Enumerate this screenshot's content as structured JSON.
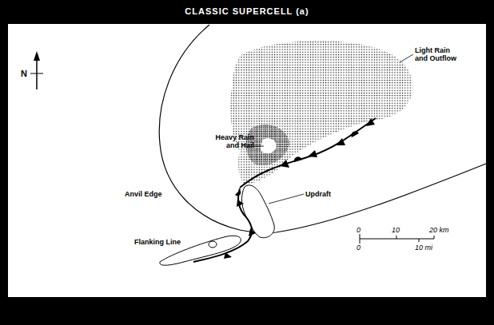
{
  "diagram": {
    "title": "CLASSIC SUPERCELL (a)",
    "labels": [
      "N",
      "Light Rain and Outflow",
      "Heavy Rain and Hail",
      "Anvil Edge",
      "Updraft",
      "Flanking Line",
      "0",
      "10",
      "20 km",
      "0",
      "10 mi"
    ]
  }
}
